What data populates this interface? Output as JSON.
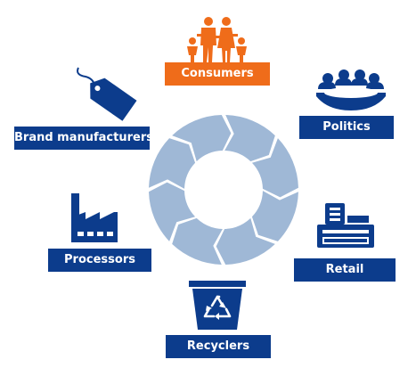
{
  "colors": {
    "primary": "#0c3c8c",
    "accent": "#ef6c1a",
    "cycle": "#9fb8d6",
    "text": "#ffffff"
  },
  "nodes": {
    "consumers": {
      "label": "Consumers",
      "icon": "family-icon",
      "color": "#ef6c1a"
    },
    "politics": {
      "label": "Politics",
      "icon": "meeting-table-icon",
      "color": "#0c3c8c"
    },
    "retail": {
      "label": "Retail",
      "icon": "cash-register-icon",
      "color": "#0c3c8c"
    },
    "recyclers": {
      "label": "Recyclers",
      "icon": "recycling-bin-icon",
      "color": "#0c3c8c"
    },
    "processors": {
      "label": "Processors",
      "icon": "factory-icon",
      "color": "#0c3c8c"
    },
    "brand_manufacturers": {
      "label": "Brand manufacturers",
      "icon": "price-tag-icon",
      "color": "#0c3c8c"
    }
  },
  "cycle": {
    "segments": 8,
    "icon": "circular-arrows-icon"
  }
}
